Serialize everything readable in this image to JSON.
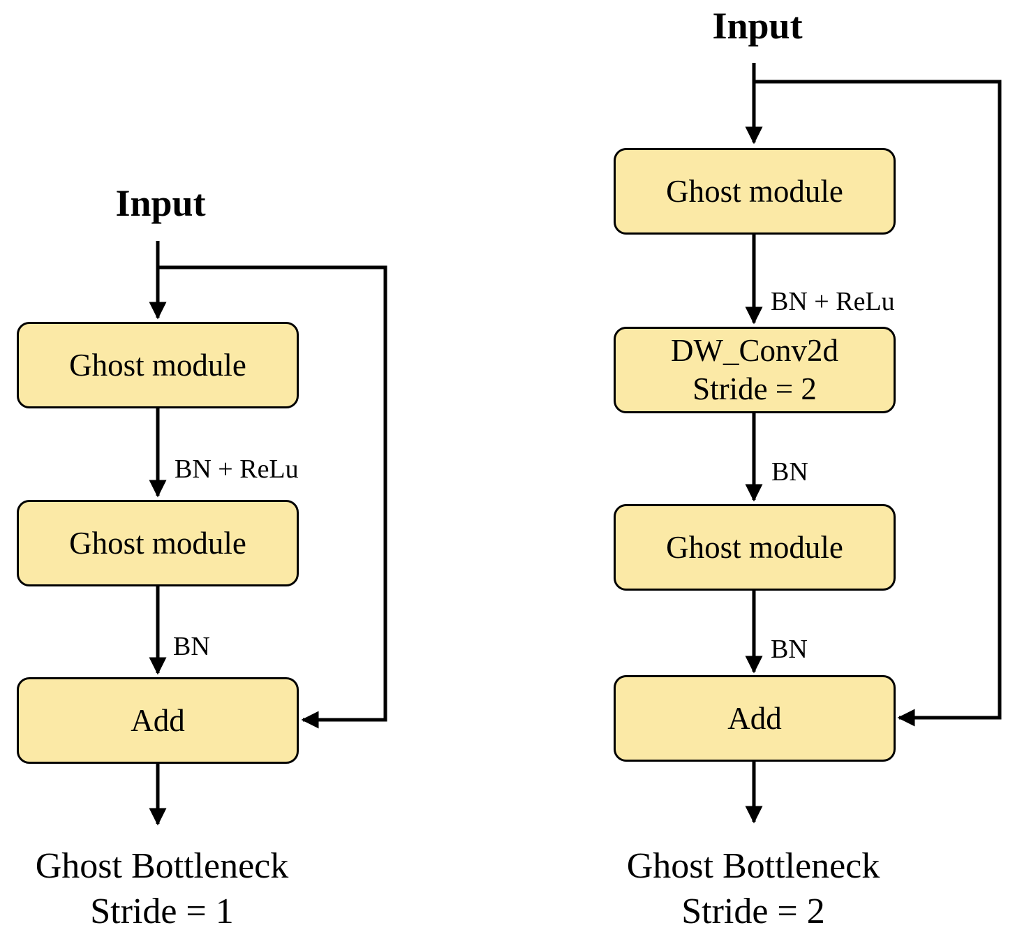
{
  "left": {
    "input_label": "Input",
    "nodes": [
      "Ghost module",
      "Ghost module",
      "Add"
    ],
    "edge_labels": [
      "BN + ReLu",
      "BN"
    ],
    "caption": [
      "Ghost Bottleneck",
      "Stride = 1"
    ]
  },
  "right": {
    "input_label": "Input",
    "nodes": [
      {
        "line1": "Ghost module",
        "line2": ""
      },
      {
        "line1": "DW_Conv2d",
        "line2": "Stride = 2"
      },
      {
        "line1": "Ghost module",
        "line2": ""
      },
      {
        "line1": "Add",
        "line2": ""
      }
    ],
    "edge_labels": [
      "BN + ReLu",
      "BN",
      "BN"
    ],
    "caption": [
      "Ghost Bottleneck",
      "Stride = 2"
    ]
  },
  "colors": {
    "box_fill": "#fbe9a6",
    "stroke": "#000000"
  }
}
